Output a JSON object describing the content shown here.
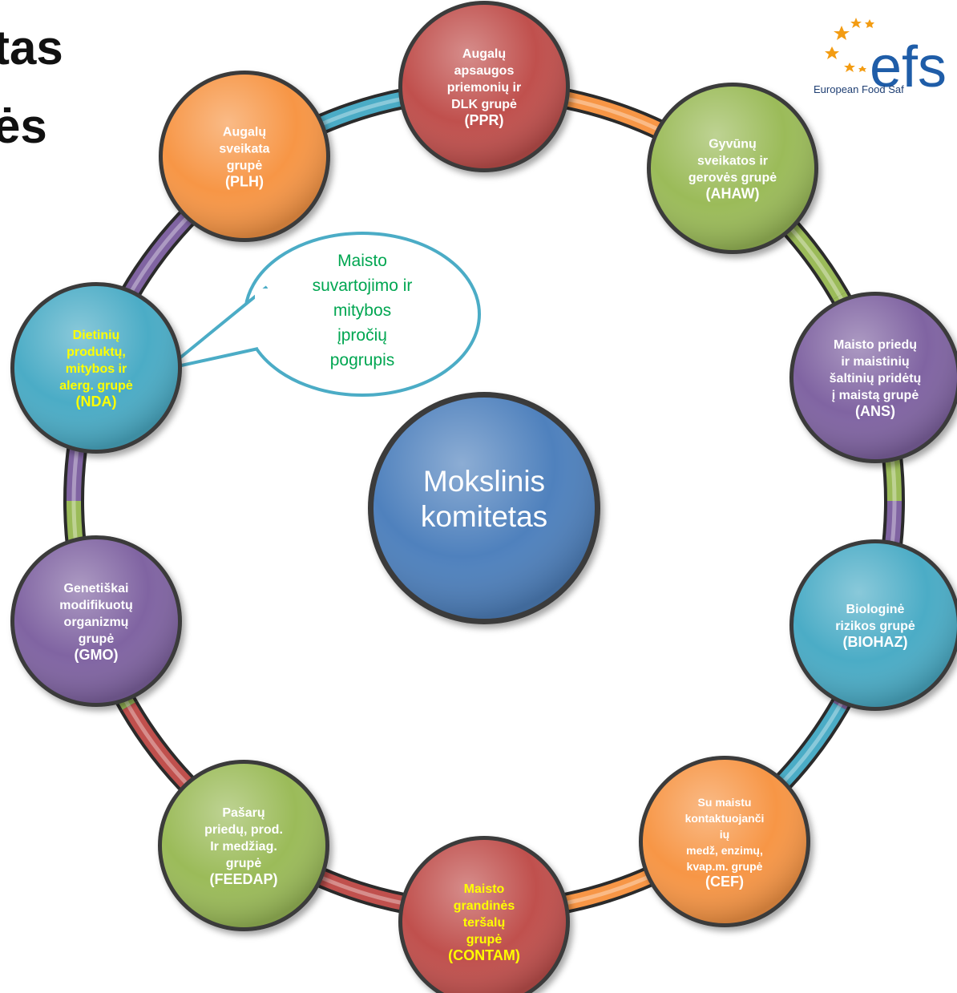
{
  "header": {
    "title_line1": "tas",
    "title_line2": "ės"
  },
  "logo": {
    "mark": "efs",
    "subtitle": "European Food Saf"
  },
  "center": {
    "lines": [
      "Mokslinis",
      "komitetas"
    ],
    "color": "#4f81bd"
  },
  "callout": {
    "lines": [
      "Maisto",
      "suvartojimo ir",
      "mitybos",
      "įpročių",
      "pogrupis"
    ],
    "text_color": "#00a651",
    "border_color": "#4bacc6"
  },
  "panels": [
    {
      "id": "ppr",
      "color": "#c0504d",
      "text_color": "#ffffff",
      "lines": [
        "Augalų",
        "apsaugos",
        "priemonių ir",
        "DLK grupė"
      ],
      "code": "(PPR)"
    },
    {
      "id": "ahaw",
      "color": "#9bbb59",
      "text_color": "#ffffff",
      "lines": [
        "Gyvūnų",
        "sveikatos ir",
        "gerovės grupė"
      ],
      "code": "(AHAW)"
    },
    {
      "id": "ans",
      "color": "#8064a2",
      "text_color": "#ffffff",
      "lines": [
        "Maisto priedų",
        "ir maistinių",
        "šaltinių pridėtų",
        "į maistą grupė"
      ],
      "code": "(ANS)"
    },
    {
      "id": "biohaz",
      "color": "#4bacc6",
      "text_color": "#ffffff",
      "lines": [
        "Biologinė",
        "rizikos grupė"
      ],
      "code": "(BIOHAZ)"
    },
    {
      "id": "cef",
      "color": "#f79646",
      "text_color": "#ffffff",
      "lines": [
        "Su maistu",
        "kontaktuojanči",
        "ių",
        "medž, enzimų,",
        "kvap.m. grupė"
      ],
      "code": "(CEF)"
    },
    {
      "id": "contam",
      "color": "#c0504d",
      "text_color": "#ffff00",
      "lines": [
        "Maisto",
        "grandinės",
        "teršalų",
        "grupė"
      ],
      "code": "(CONTAM)"
    },
    {
      "id": "feedap",
      "color": "#9bbb59",
      "text_color": "#ffffff",
      "lines": [
        "Pašarų",
        "priedų, prod.",
        "Ir medžiag.",
        "grupė"
      ],
      "code": "(FEEDAP)"
    },
    {
      "id": "gmo",
      "color": "#8064a2",
      "text_color": "#ffffff",
      "lines": [
        "Genetiškai",
        "modifikuotų",
        "organizmų",
        "grupė"
      ],
      "code": "(GMO)"
    },
    {
      "id": "nda",
      "color": "#4bacc6",
      "text_color": "#ffff00",
      "lines": [
        "Dietinių",
        "produktų,",
        "mitybos ir",
        "alerg. grupė"
      ],
      "code": "(NDA)"
    },
    {
      "id": "plh",
      "color": "#f79646",
      "text_color": "#ffffff",
      "lines": [
        "Augalų",
        "sveikata",
        "grupė"
      ],
      "code": "(PLH)"
    }
  ],
  "ring_colors": [
    "#f79646",
    "#9bbb59",
    "#9bbb59",
    "#8064a2",
    "#4bacc6",
    "#f79646",
    "#c0504d",
    "#c0504d",
    "#9bbb59",
    "#8064a2",
    "#8064a2",
    "#4bacc6"
  ]
}
